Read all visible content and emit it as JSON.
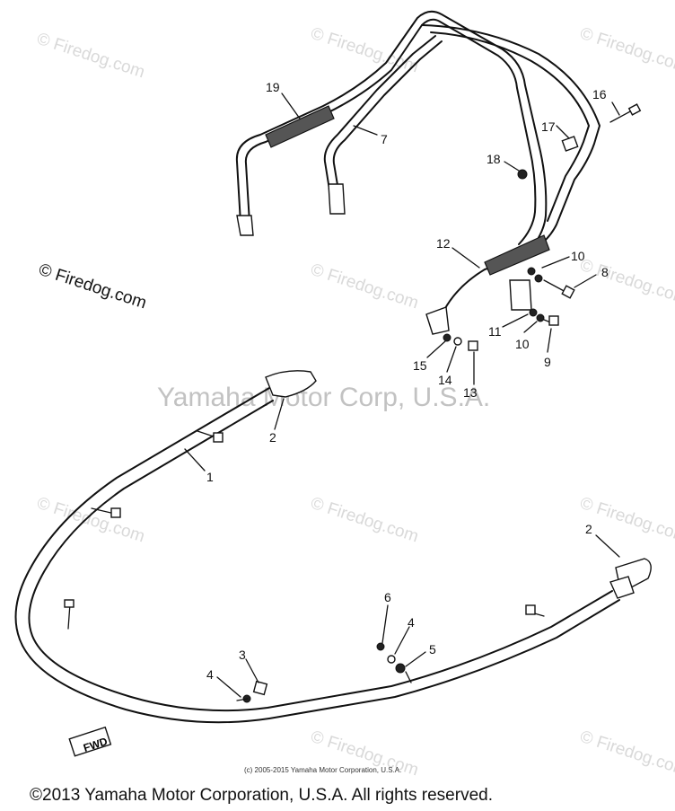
{
  "watermarks": {
    "site": "© Firedog.com",
    "center": "Yamaha Motor Corp, U.S.A."
  },
  "callouts": [
    "19",
    "7",
    "16",
    "17",
    "18",
    "12",
    "10",
    "8",
    "11",
    "10",
    "9",
    "15",
    "14",
    "13",
    "2",
    "1",
    "2",
    "6",
    "4",
    "5",
    "3",
    "4"
  ],
  "fwd_label": "FWD",
  "fine_print": "(c) 2005-2015 Yamaha Motor Corporation, U.S.A.",
  "copyright": "©2013 Yamaha Motor Corporation, U.S.A. All rights reserved."
}
